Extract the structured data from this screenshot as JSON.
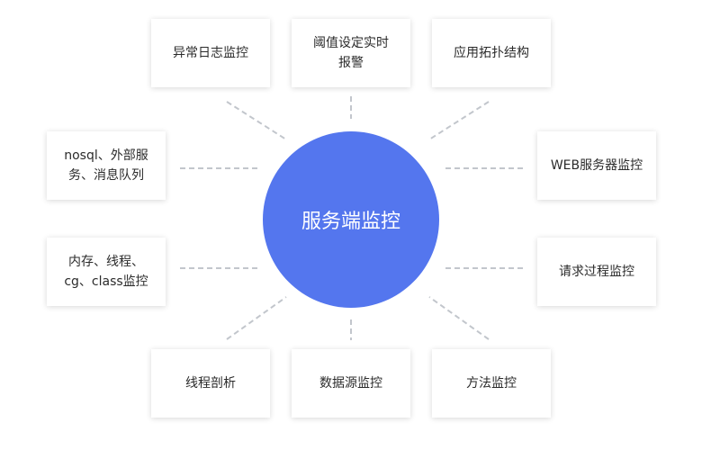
{
  "hub": {
    "label": "服务端监控",
    "color": "#5476ee"
  },
  "nodes": [
    {
      "id": "log",
      "label": "异常日志监控"
    },
    {
      "id": "alarm",
      "label": "阈值设定实时\n报警"
    },
    {
      "id": "topology",
      "label": "应用拓扑结构"
    },
    {
      "id": "external",
      "label": "nosql、外部服\n务、消息队列"
    },
    {
      "id": "web",
      "label": "WEB服务器监控"
    },
    {
      "id": "memory",
      "label": "内存、线程、\ncg、class监控"
    },
    {
      "id": "request",
      "label": "请求过程监控"
    },
    {
      "id": "profiling",
      "label": "线程剖析"
    },
    {
      "id": "datasource",
      "label": "数据源监控"
    },
    {
      "id": "method",
      "label": "方法监控"
    }
  ]
}
